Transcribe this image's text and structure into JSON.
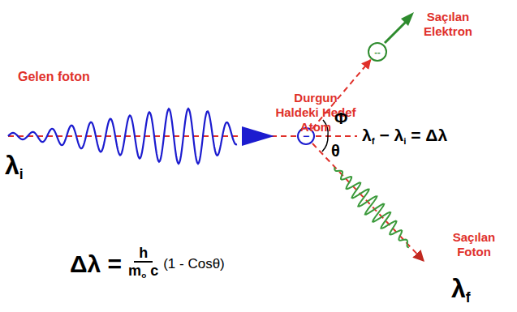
{
  "diagram": {
    "nodes": [
      {
        "text": [
          "−"
        ]
      },
      {
        "text": [
          "--"
        ]
      }
    ],
    "edges": [
      {
        "from": 0,
        "to": 1,
        "arrow": "to"
      }
    ],
    "labels": [
      "Gelen foton",
      "λ",
      "i",
      "Durgun Haldeki Hedef Atom",
      "Φ",
      "θ",
      "λ",
      "f",
      "− λ",
      "i",
      "= Δλ",
      "Saçılan Elektron",
      "Saçılan Foton",
      "λ",
      "f",
      "Δλ =",
      "h",
      "m",
      "o",
      "c",
      "(1 - Cosθ)"
    ]
  }
}
